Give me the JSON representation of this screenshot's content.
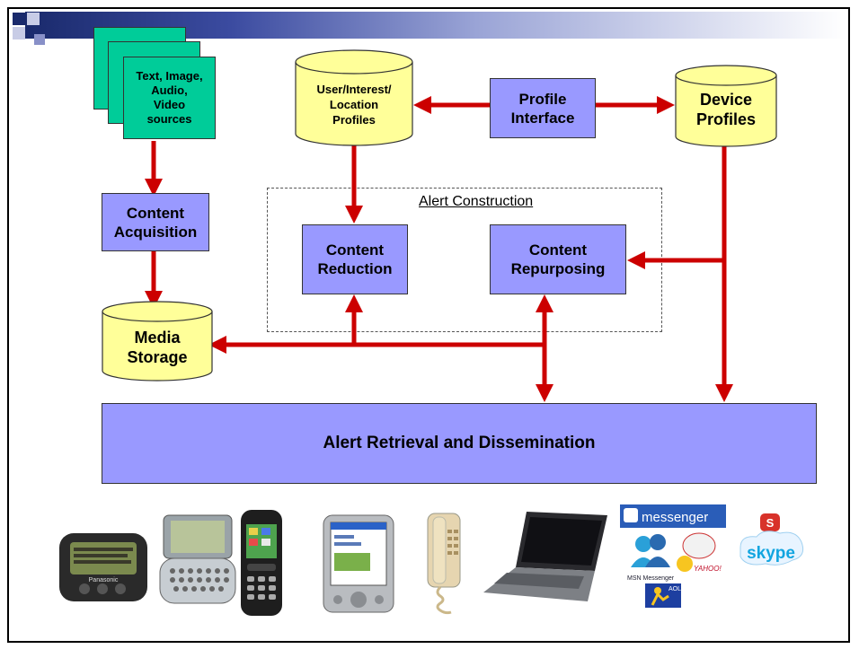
{
  "sources": {
    "label_lines": [
      "Text, Image,",
      "Audio,",
      "Video",
      "sources"
    ]
  },
  "content_acquisition": {
    "label_lines": [
      "Content",
      "Acquisition"
    ]
  },
  "media_storage": {
    "label_lines": [
      "Media",
      "Storage"
    ]
  },
  "user_profiles": {
    "label_lines": [
      "User/Interest/",
      "Location",
      "Profiles"
    ]
  },
  "profile_interface": {
    "label_lines": [
      "Profile",
      "Interface"
    ]
  },
  "device_profiles": {
    "label_lines": [
      "Device",
      "Profiles"
    ]
  },
  "alert_construction": {
    "title": "Alert Construction"
  },
  "content_reduction": {
    "label_lines": [
      "Content",
      "Reduction"
    ]
  },
  "content_repurposing": {
    "label_lines": [
      "Content",
      "Repurposing"
    ]
  },
  "alert_retrieval": {
    "label": "Alert Retrieval and Dissemination"
  },
  "device_images": {
    "pager_brand": "Panasonic",
    "msn_title": "messenger",
    "msn_caption": "MSN Messenger",
    "yahoo_text": "YAHOO!",
    "aol_text": "AOL",
    "skype_text": "skype"
  },
  "colors": {
    "box": "#9999ff",
    "cylinder": "#ffff99",
    "source": "#00cc99",
    "arrow": "#cc0000"
  }
}
